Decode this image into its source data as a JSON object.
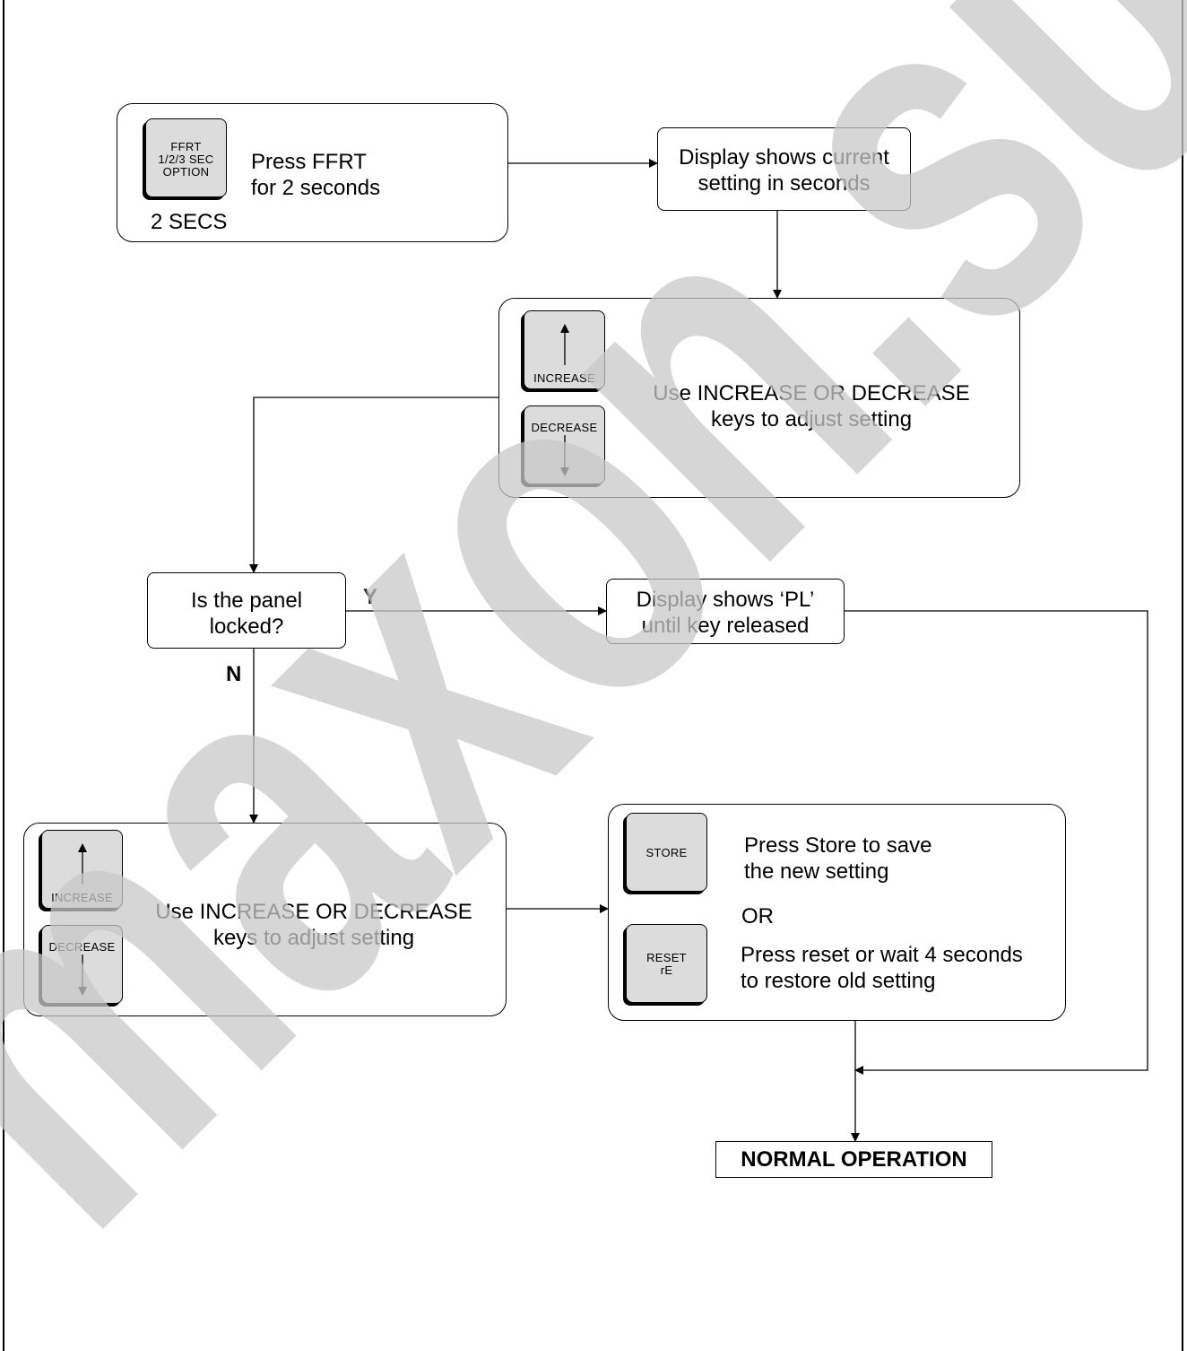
{
  "colors": {
    "line": "#000000",
    "key_fill": "#dcdcdc",
    "watermark": "#c8c8c8"
  },
  "watermark": {
    "text": "maxon.su"
  },
  "step_ffrt": {
    "key_label": "FFRT\n1/2/3 SEC\nOPTION",
    "key_caption": "2 SECS",
    "text": "Press FFRT\nfor 2 seconds"
  },
  "display_current": {
    "text": "Display shows current\nsetting in seconds"
  },
  "adjust_top": {
    "increase_key": "INCREASE",
    "decrease_key": "DECREASE",
    "text": "Use INCREASE OR DECREASE\nkeys to adjust setting"
  },
  "decision": {
    "text": "Is the panel\nlocked?",
    "yes_label": "Y",
    "no_label": "N"
  },
  "display_pl": {
    "text": "Display shows ‘PL’\nuntil key released"
  },
  "adjust_bottom": {
    "increase_key": "INCREASE",
    "decrease_key": "DECREASE",
    "text": "Use INCREASE OR DECREASE\nkeys to adjust setting"
  },
  "store_reset": {
    "store_key": "STORE",
    "store_text": "Press Store to save\nthe new setting",
    "or_text": "OR",
    "reset_key": "RESET\nrE",
    "reset_text": "Press reset or wait 4 seconds\nto restore old setting"
  },
  "final": {
    "text": "NORMAL OPERATION"
  },
  "icons": [
    "arrow-up-icon",
    "arrow-down-icon"
  ]
}
